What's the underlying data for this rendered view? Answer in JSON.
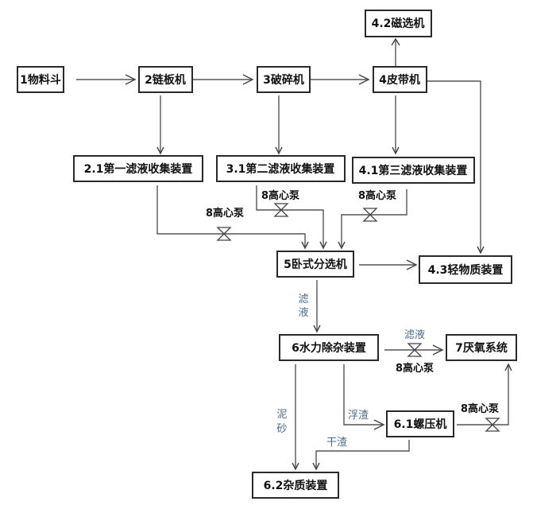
{
  "diagram": {
    "type": "process-flowchart",
    "nodes": {
      "n1": {
        "label": "1物料斗"
      },
      "n2": {
        "label": "2链板机"
      },
      "n3": {
        "label": "3破碎机"
      },
      "n4": {
        "label": "4皮带机"
      },
      "n42": {
        "label": "4.2磁选机"
      },
      "n21": {
        "label": "2.1第一滤液收集装置"
      },
      "n31": {
        "label": "3.1第二滤液收集装置"
      },
      "n41": {
        "label": "4.1第三滤液收集装置"
      },
      "n5": {
        "label": "5卧式分选机"
      },
      "n43": {
        "label": "4.3轻物质装置"
      },
      "n6": {
        "label": "6水力除杂装置"
      },
      "n7": {
        "label": "7厌氧系统"
      },
      "n61": {
        "label": "6.1螺压机"
      },
      "n62": {
        "label": "6.2杂质装置"
      }
    },
    "pumps": {
      "p1": {
        "label": "8高心泵"
      },
      "p2": {
        "label": "8高心泵"
      },
      "p3": {
        "label": "8高心泵"
      },
      "p4": {
        "label": "8高心泵"
      },
      "p5": {
        "label": "8高心泵"
      }
    },
    "flow_labels": {
      "filtrate_5_to_6": "滤液",
      "filtrate_6_to_7": "滤液",
      "silt": "泥砂",
      "scum": "浮渣",
      "dry_residue": "干渣"
    },
    "edges": [
      {
        "from": "n1",
        "to": "n2"
      },
      {
        "from": "n2",
        "to": "n3"
      },
      {
        "from": "n3",
        "to": "n4"
      },
      {
        "from": "n4",
        "to": "n42"
      },
      {
        "from": "n4",
        "to": "n43"
      },
      {
        "from": "n2",
        "to": "n21"
      },
      {
        "from": "n3",
        "to": "n31"
      },
      {
        "from": "n4",
        "to": "n41"
      },
      {
        "from": "n21",
        "to": "n5",
        "via": "p1"
      },
      {
        "from": "n31",
        "to": "n5",
        "via": "p2"
      },
      {
        "from": "n41",
        "to": "n5",
        "via": "p3"
      },
      {
        "from": "n5",
        "to": "n43"
      },
      {
        "from": "n5",
        "to": "n6",
        "label": "滤液"
      },
      {
        "from": "n6",
        "to": "n7",
        "via": "p4",
        "label": "滤液"
      },
      {
        "from": "n6",
        "to": "n62",
        "label": "泥砂"
      },
      {
        "from": "n6",
        "to": "n61",
        "label": "浮渣"
      },
      {
        "from": "n61",
        "to": "n62",
        "label": "干渣"
      },
      {
        "from": "n61",
        "to": "n7",
        "via": "p5"
      }
    ]
  }
}
